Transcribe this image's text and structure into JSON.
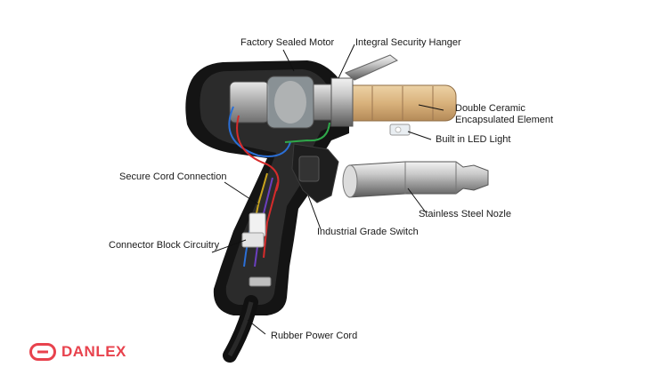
{
  "labels": {
    "factory_sealed_motor": "Factory Sealed Motor",
    "integral_security_hanger": "Integral Security Hanger",
    "double_ceramic_line1": "Double Ceramic",
    "double_ceramic_line2": "Encapsulated Element",
    "built_in_led_light": "Built in LED Light",
    "secure_cord_connection": "Secure Cord Connection",
    "stainless_steel_nozle": "Stainless Steel Nozle",
    "industrial_grade_switch": "Industrial Grade Switch",
    "connector_block_circuitry": "Connector Block Circuitry",
    "rubber_power_cord": "Rubber Power Cord"
  },
  "brand": {
    "name": "DANLEX",
    "color": "#e8424d",
    "icon": "danlex-logo-icon"
  }
}
